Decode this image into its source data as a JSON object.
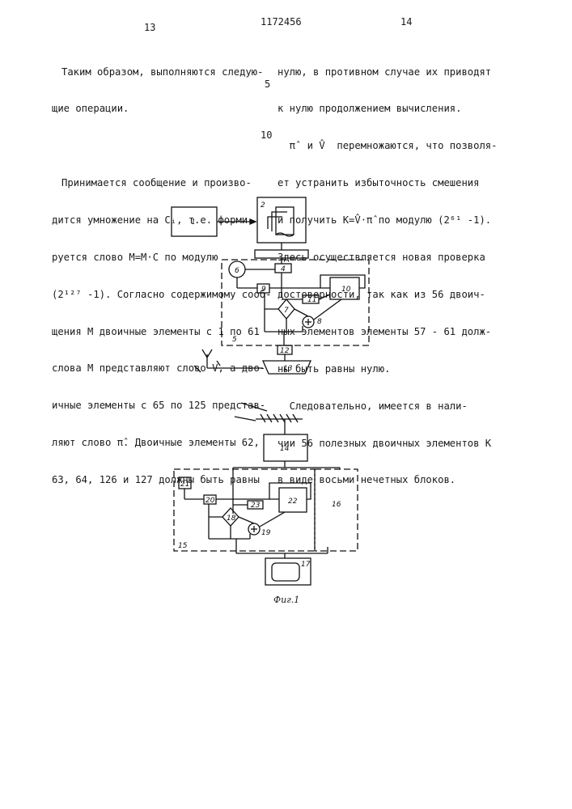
{
  "header": {
    "left_page": "13",
    "patent_number": "1172456",
    "right_page": "14"
  },
  "left_column": [
    "Таким образом, выполняются следую-",
    "щие операции.",
    "",
    "Принимается сообщение и произво-",
    "дится умножение на Cᵢ, т.е. форми-",
    "руется слово М=M·C по модулю",
    "(2¹²⁷ -1). Согласно содержимому сооб-",
    "щения М двоичные элементы с 1 по 61",
    "слова М представляют слово V, а дво-",
    "ичные элементы с 65 по 125 представ-",
    "ляют слово π̂. Двоичные элементы 62,",
    "63, 64, 126 и 127 должны быть равны"
  ],
  "right_column": [
    "нулю, в противном случае их приводят",
    "к нулю продолжением вычисления.",
    "  π̂  и V̂  перемножаются, что позволя-",
    "ет устранить избыточность смешения",
    "и получить K=V̂·π̂ по модулю (2⁶¹ -1).",
    "Здесь осуществляется новая проверка",
    "достоверности, так как из 56 двоич-",
    "ных элементов элементы 57 - 61 долж-",
    "ны быть равны нулю.",
    "  Следовательно, имеется в нали-",
    "чии 56 полезных двоичных элементов К",
    "в виде восьми нечетных блоков."
  ],
  "line_numbers": [
    "5",
    "10"
  ],
  "figure": {
    "labels": [
      "1",
      "2",
      "4",
      "6",
      "9",
      "10",
      "11",
      "7",
      "8",
      "5",
      "12",
      "13",
      "14",
      "21",
      "20",
      "23",
      "22",
      "16",
      "18",
      "19",
      "15",
      "17"
    ],
    "caption": "Фиг.1"
  }
}
